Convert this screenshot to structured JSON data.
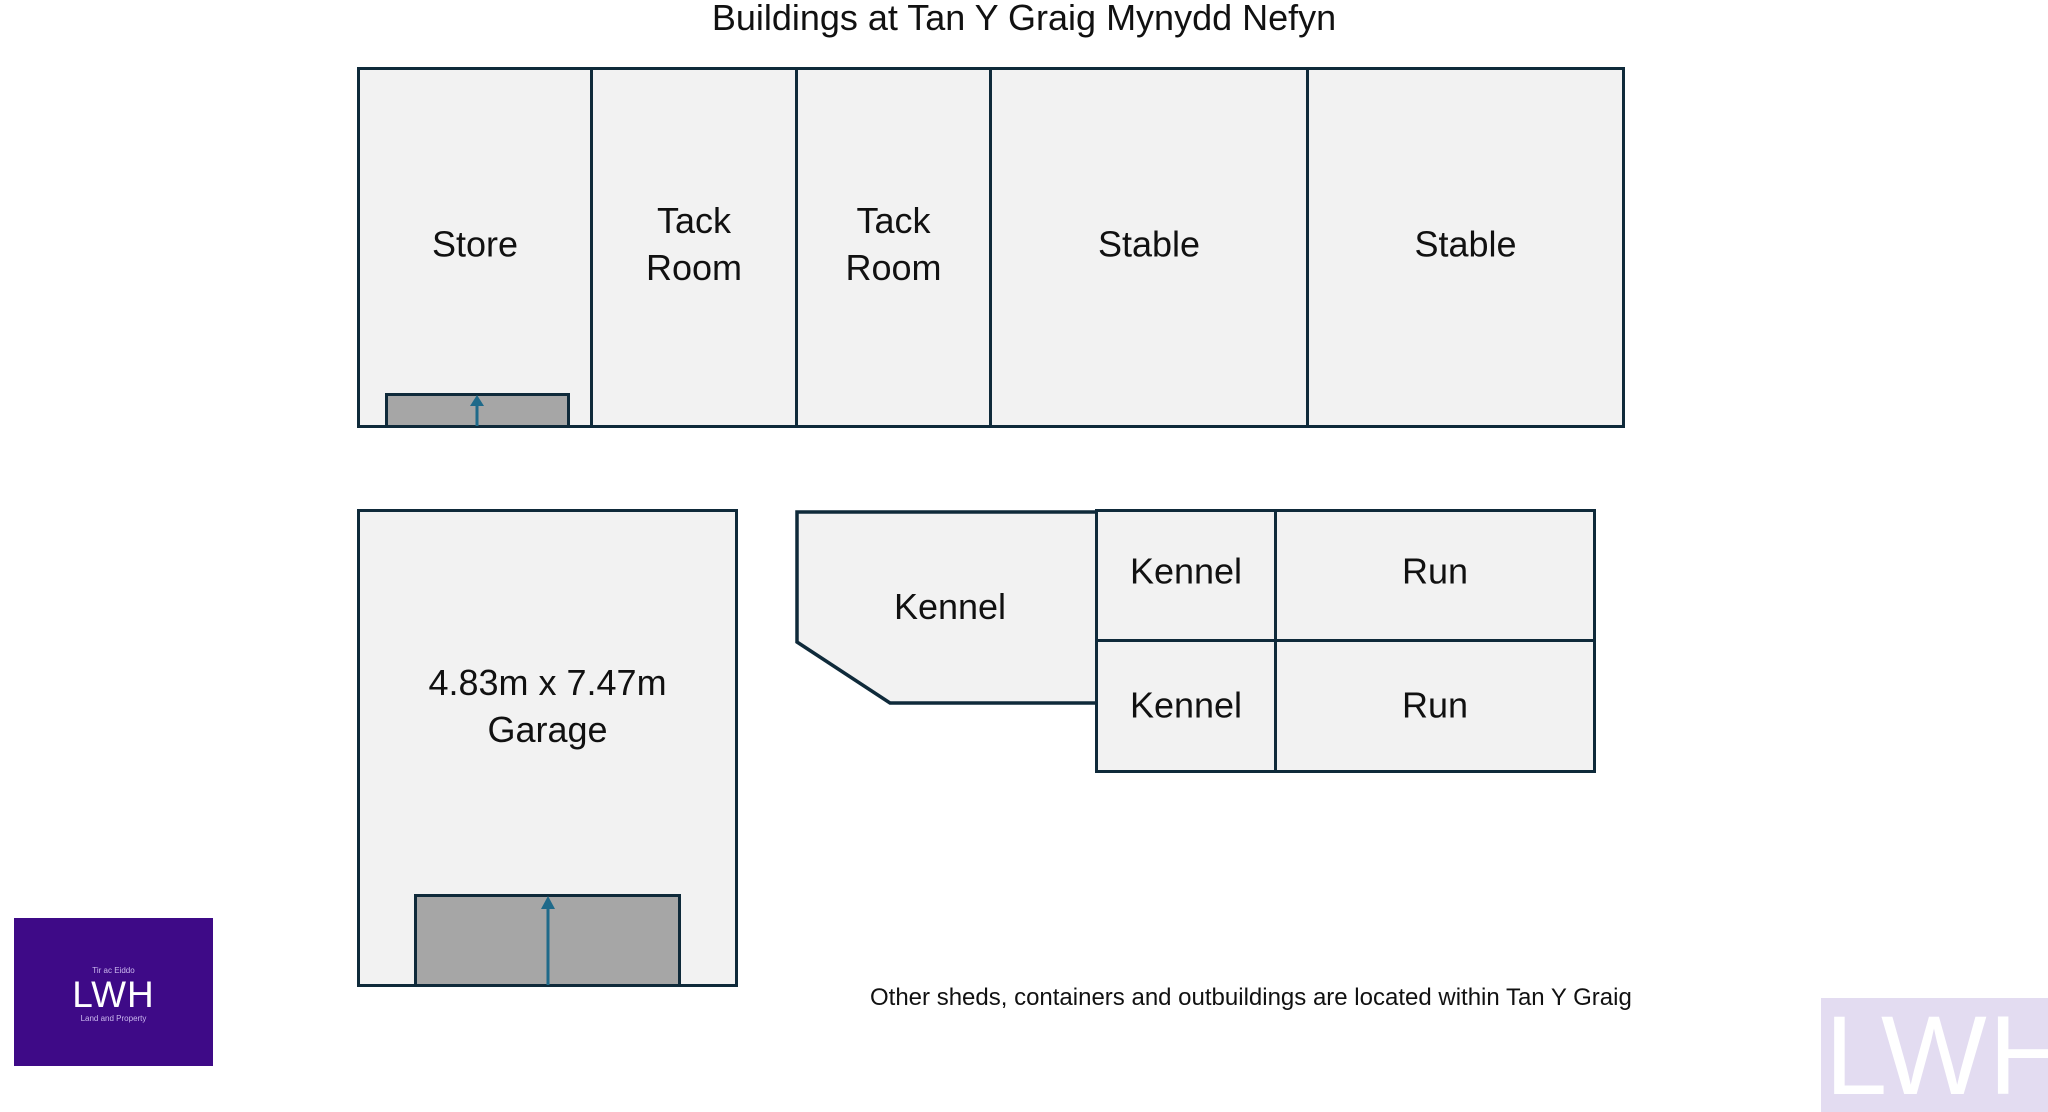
{
  "title": "Buildings at Tan Y Graig Mynydd Nefyn",
  "rooms": {
    "store": "Store",
    "tack_room_1": "Tack\nRoom",
    "tack_room_2": "Tack\nRoom",
    "stable_1": "Stable",
    "stable_2": "Stable",
    "garage": "4.83m x 7.47m\nGarage",
    "kennel_main": "Kennel",
    "kennel_upper": "Kennel",
    "kennel_lower": "Kennel",
    "run_upper": "Run",
    "run_lower": "Run"
  },
  "note": "Other sheds, containers and outbuildings are located within Tan Y Graig",
  "logo": {
    "top_text": "Tir ac Eiddo",
    "main_text": "LWH",
    "sub_text": "Land and Property",
    "color": "#3e0a87"
  },
  "watermark": {
    "text": "LWH"
  },
  "colors": {
    "wall": "#0f2a3a",
    "floor": "#f2f2f2",
    "door": "#a6a6a6",
    "arrow": "#1f6a8a"
  }
}
